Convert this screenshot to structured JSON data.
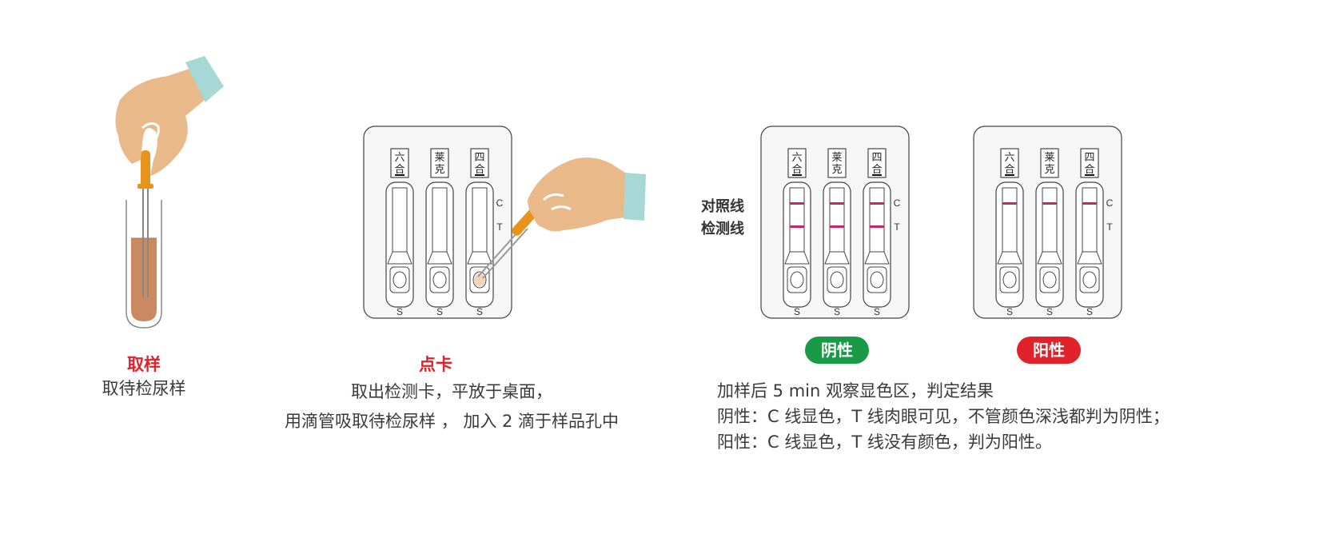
{
  "colors": {
    "accent_red": "#e1222a",
    "negative_green": "#1a9a47",
    "positive_red": "#e1222a",
    "line_magenta": "#c8266a",
    "skin": "#e9b98a",
    "cuff": "#a6d9d6",
    "dropper": "#e8931c",
    "urine": "#c98a62"
  },
  "step1": {
    "title": "取样",
    "desc": "取待检尿样"
  },
  "step2": {
    "title": "点卡",
    "desc_line1": "取出检测卡，平放于桌面，",
    "desc_line2": "用滴管吸取待检尿样 ， 加入 2 滴于样品孔中"
  },
  "step3": {
    "control_line_label": "对照线",
    "test_line_label": "检测线",
    "negative_badge": "阴性",
    "positive_badge": "阳性",
    "result_line1": "加样后 5 min 观察显色区，判定结果",
    "result_line2": "阴性：C 线显色，T 线肉眼可见，不管颜色深浅都判为阴性；",
    "result_line3": "阳性：C 线显色，T 线没有颜色，判为阳性。"
  },
  "card": {
    "strip_labels": [
      [
        "六",
        "合"
      ],
      [
        "莱",
        "克"
      ],
      [
        "四",
        "合"
      ]
    ],
    "c_mark": "C",
    "t_mark": "T",
    "s_mark": "S"
  }
}
